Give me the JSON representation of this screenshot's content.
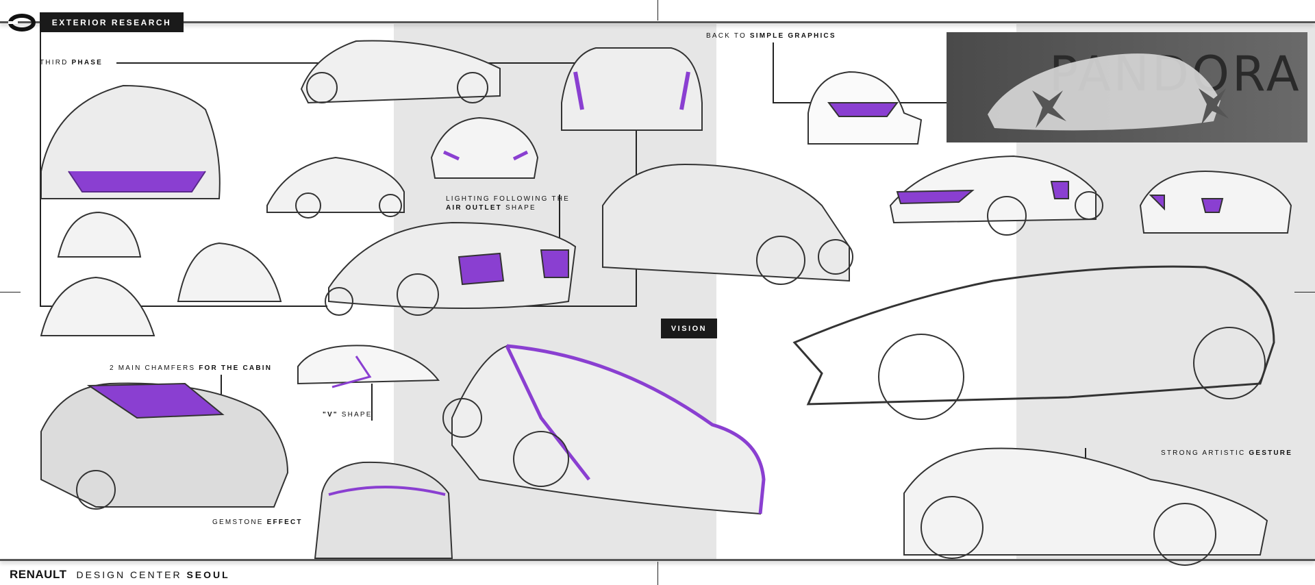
{
  "header": {
    "title": "EXTERIOR RESEARCH",
    "logo": "renault-diamond-logo"
  },
  "labels": {
    "third_phase": {
      "normal": "THIRD ",
      "bold": "PHASE"
    },
    "lighting": {
      "line1": "LIGHTING FOLLOWING THE",
      "bold": "AIR OUTLET",
      "rest": " SHAPE"
    },
    "simple_graphics": {
      "normal": "BACK TO ",
      "bold": "SIMPLE GRAPHICS"
    },
    "vision": "VISION",
    "chamfers": {
      "normal": "2 MAIN CHAMFERS ",
      "bold": "FOR THE CABIN"
    },
    "v_shape": {
      "bold": "\"V\"",
      "normal": " SHAPE"
    },
    "gemstone": {
      "normal": "GEMSTONE ",
      "bold": "EFFECT"
    },
    "gesture": {
      "normal": "STRONG ARTISTIC ",
      "bold": "GESTURE"
    }
  },
  "render_backdrop_text": "PANDORA",
  "footer": {
    "brand": "RENAULT",
    "normal": "DESIGN CENTER ",
    "bold": "SEOUL"
  },
  "colors": {
    "accent": "#8a3fd1",
    "panel": "#e6e6e6",
    "tag": "#1a1a1a"
  }
}
